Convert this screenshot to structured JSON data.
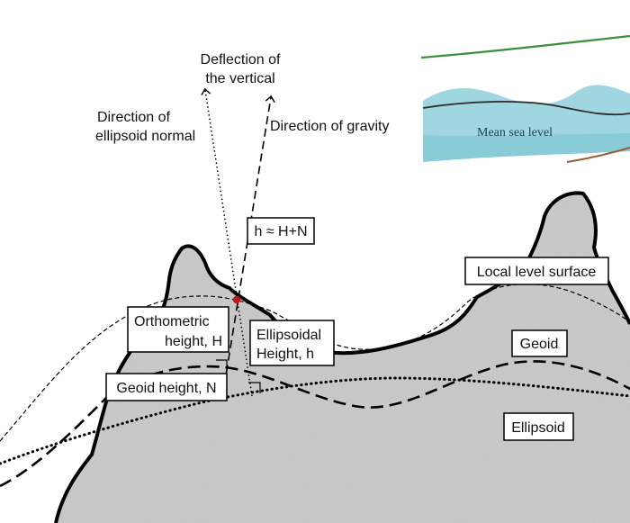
{
  "labels": {
    "deflection_line1": "Deflection of",
    "deflection_line2": "the vertical",
    "ellipsoid_normal_line1": "Direction of",
    "ellipsoid_normal_line2": "ellipsoid normal",
    "gravity": "Direction of gravity",
    "h_formula": "h ≈ H+N",
    "local_level": "Local level surface",
    "orthometric_line1": "Orthometric",
    "orthometric_line2": "height, H",
    "ellipsoidal_line1": "Ellipsoidal",
    "ellipsoidal_line2": "Height, h",
    "geoid": "Geoid",
    "geoid_height": "Geoid height, N",
    "ellipsoid": "Ellipsoid"
  },
  "inset": {
    "sea_label": "Mean sea level",
    "colors": {
      "sea_fill": "#9fd6df",
      "green_line": "#3a8f3a",
      "brown_line": "#9a5a34",
      "dark_line": "#2b2b2b"
    }
  },
  "colors": {
    "terrain_fill": "#cfcfcf",
    "point_marker": "#c0161c",
    "outline": "#000000"
  }
}
